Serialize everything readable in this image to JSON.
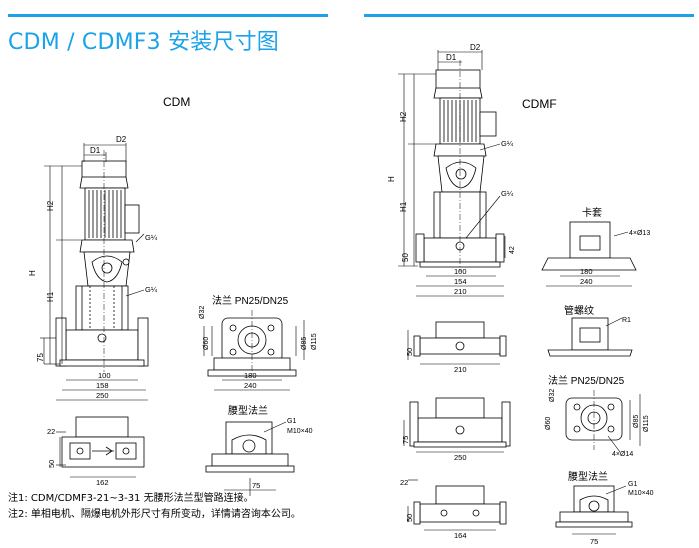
{
  "theme": {
    "accent": "#1aa3e8"
  },
  "page": {
    "title": "CDM / CDMF3 安装尺寸图"
  },
  "sections": {
    "cdm": {
      "label": "CDM"
    },
    "cdmf": {
      "label": "CDMF"
    },
    "flange_pn": {
      "label": "法兰 PN25/DN25"
    },
    "flange_oval": {
      "label": "腰型法兰"
    },
    "clamp": {
      "label": "卡套"
    },
    "pipe_thread": {
      "label": "管螺纹"
    },
    "flange_pn_right": {
      "label": "法兰 PN25/DN25"
    },
    "flange_oval_right": {
      "label": "腰型法兰"
    }
  },
  "dims": {
    "D1": "D1",
    "D2": "D2",
    "H": "H",
    "H1": "H1",
    "H2": "H2",
    "d75": "75",
    "d50": "50",
    "d22": "22",
    "d42": "42",
    "d100": "100",
    "d158": "158",
    "d250": "250",
    "d162": "162",
    "d180": "180",
    "d240": "240",
    "d154": "154",
    "d210": "210",
    "d164": "164",
    "d32": "Ø32",
    "d60": "Ø60",
    "d85": "Ø85",
    "d115": "Ø115",
    "d13": "4×Ø13",
    "d14": "4×Ø14",
    "r1": "R1",
    "g1": "G1",
    "m10": "M10×40",
    "ghalf": "G¼"
  },
  "notes": [
    "注1: CDM/CDMF3-21~3-31 无腰形法兰型管路连接。",
    "注2: 单相电机、隔爆电机外形尺寸有所变动，详情请咨询本公司。"
  ]
}
